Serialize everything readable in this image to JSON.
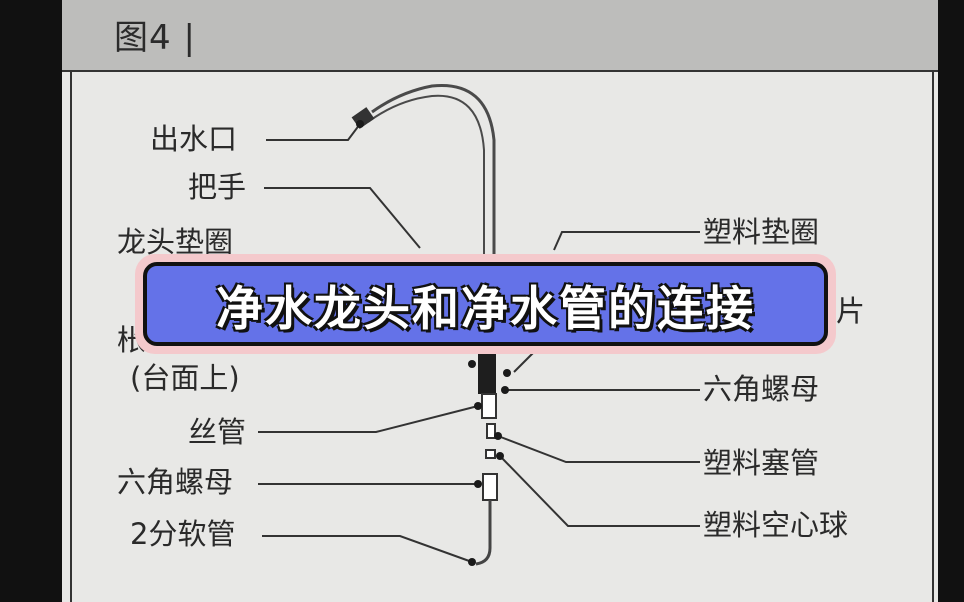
{
  "figure": {
    "label": "图4 |"
  },
  "labels_left": {
    "outlet": "出水口",
    "handle": "把手",
    "gasket": "龙头垫圈",
    "partial_1": "枨",
    "countertop": "(台面上)",
    "threaded_pipe": "丝管",
    "hex_nut": "六角螺母",
    "hose": "2分软管"
  },
  "labels_right": {
    "plastic_gasket": "塑料垫圈",
    "partial_piece": "片",
    "hex_nut": "六角螺母",
    "plastic_plug": "塑料塞管",
    "plastic_ball": "塑料空心球"
  },
  "banner": {
    "title": "净水龙头和净水管的连接"
  },
  "colors": {
    "page": "#e8e8e6",
    "header": "#bdbdbb",
    "banner_fill": "#6472e8",
    "banner_border": "#f4c9cc"
  }
}
